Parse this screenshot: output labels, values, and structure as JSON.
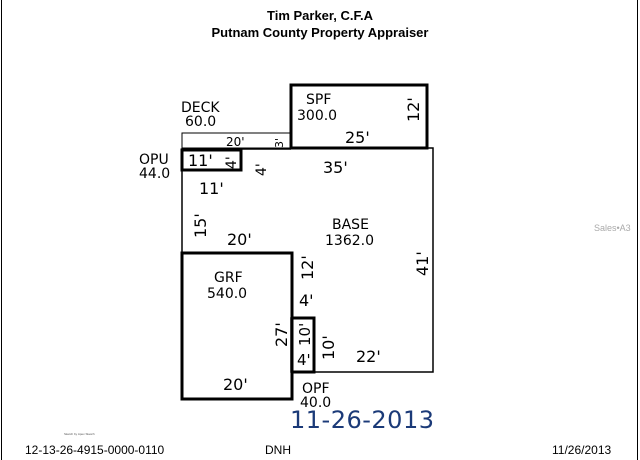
{
  "header": {
    "appraiser_name": "Tim Parker, C.F.A",
    "office": "Putnam County Property Appraiser"
  },
  "areas": {
    "spf": {
      "code": "SPF",
      "value": "300.0"
    },
    "deck": {
      "code": "DECK",
      "value": "60.0"
    },
    "opu": {
      "code": "OPU",
      "value": "44.0"
    },
    "base": {
      "code": "BASE",
      "value": "1362.0"
    },
    "grf": {
      "code": "GRF",
      "value": "540.0"
    },
    "opf": {
      "code": "OPF",
      "value": "40.0"
    }
  },
  "dimensions": {
    "spf_right": "12'",
    "spf_bottom": "25'",
    "deck_top": "20'",
    "deck_right": "3'",
    "opu_top": "11'",
    "opu_right": "4'",
    "base_left_inner": "4'",
    "base_top": "35'",
    "base_left_top": "11'",
    "base_left": "15'",
    "base_mid": "20'",
    "base_right": "41'",
    "base_step_12": "12'",
    "base_step_4": "4'",
    "grf_right": "27'",
    "grf_bottom": "20'",
    "opf_10a": "10'",
    "opf_4": "4'",
    "base_10": "10'",
    "base_bottom": "22'"
  },
  "date_stamp": "11-26-2013",
  "footer": {
    "parcel_id": "12-13-26-4915-0000-0110",
    "initials": "DNH",
    "date": "11/26/2013"
  },
  "watermark": "Sales•A3",
  "sketch_credit": "Sketch by Apex Sketch"
}
